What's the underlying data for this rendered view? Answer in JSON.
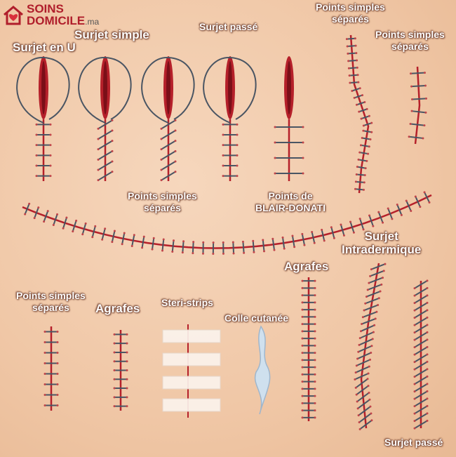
{
  "brand": {
    "line1": "SOINS",
    "line2": "DOMICILE",
    "suffix": ".ma",
    "color": "#b01e2b"
  },
  "colors": {
    "skin": "#f0c7a6",
    "wound": "#b5202a",
    "thread": "#4a5563"
  },
  "labels": {
    "surjet_en_u": "Surjet en U",
    "surjet_simple": "Surjet simple",
    "surjet_passe_top": "Surjet passé",
    "points_top": [
      "Points simples",
      "séparés"
    ],
    "points_right": [
      "Points simples",
      "séparés"
    ],
    "points_mid": [
      "Points simples",
      "séparés"
    ],
    "blair": [
      "Points de",
      "BLAIR-DONATI"
    ],
    "intradermique": [
      "Surjet",
      "Intradermique"
    ],
    "agrafes_right": "Agrafes",
    "points_bottom": [
      "Points simples",
      "séparés"
    ],
    "agrafes": "Agrafes",
    "steri": "Steri-strips",
    "colle": "Colle cutanée",
    "surjet_passe_bottom": "Surjet passé"
  }
}
